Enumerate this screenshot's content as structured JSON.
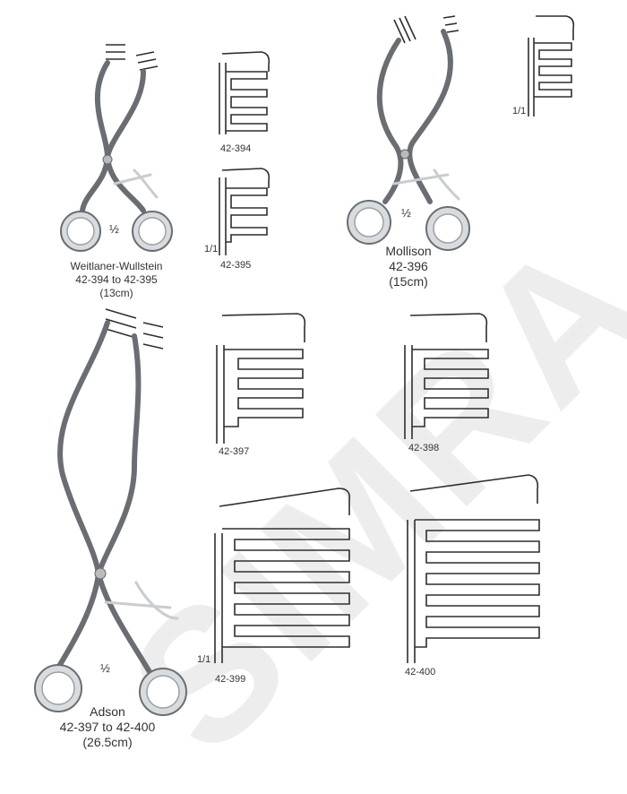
{
  "watermark": "SIMRA",
  "instruments": {
    "weitlaner": {
      "name": "Weitlaner-Wullstein",
      "range": "42-394 to 42-395",
      "size": "(13cm)",
      "scale": "½"
    },
    "mollison": {
      "name": "Mollison",
      "code": "42-396",
      "size": "(15cm)",
      "scale": "½"
    },
    "adson": {
      "name": "Adson",
      "range": "42-397 to 42-400",
      "size": "(26.5cm)",
      "scale": "½"
    }
  },
  "blade_labels": {
    "b394": "42-394",
    "b395": "42-395",
    "b396_scale": "1/1",
    "b395_scale": "1/1",
    "b397": "42-397",
    "b398": "42-398",
    "b399": "42-399",
    "b399_scale": "1/1",
    "b400": "42-400"
  }
}
